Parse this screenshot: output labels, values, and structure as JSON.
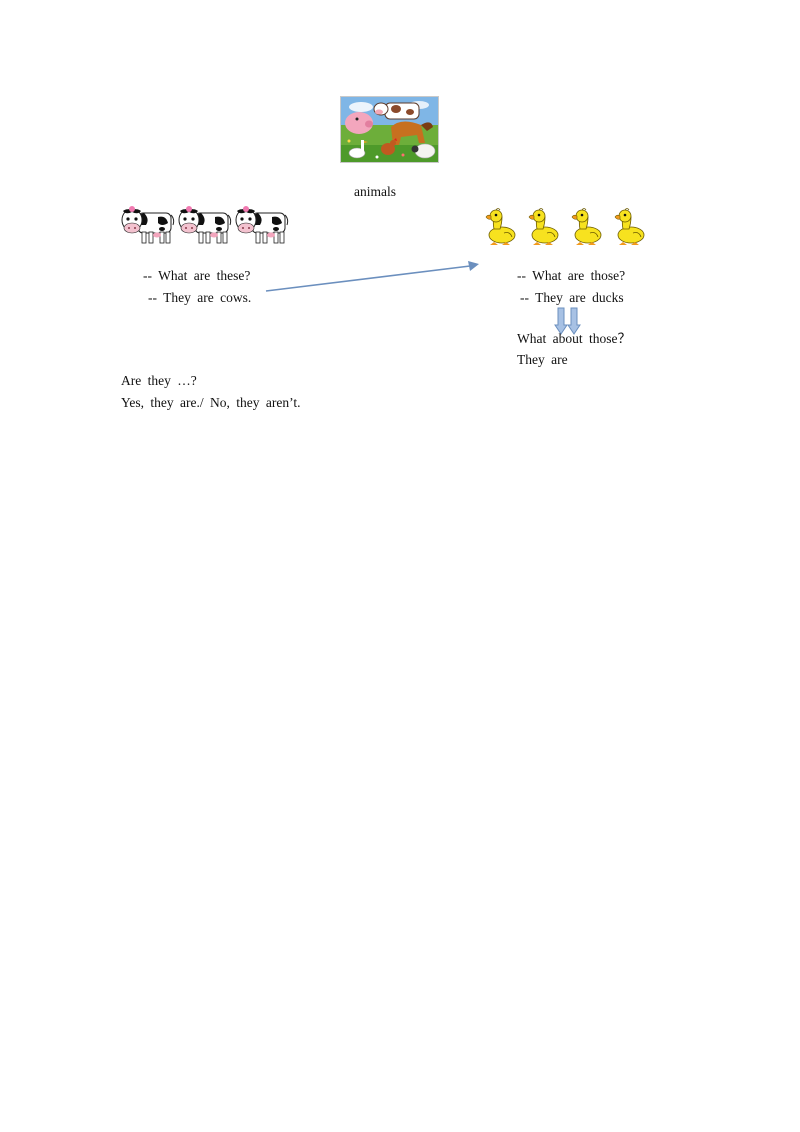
{
  "header": {
    "image": "farm-animals-illustration",
    "caption": "animals"
  },
  "left_example": {
    "images": [
      "cow-icon",
      "cow-icon",
      "cow-icon"
    ],
    "question": "-- What are these?",
    "answer": "-- They are cows."
  },
  "right_example": {
    "images": [
      "duck-icon",
      "duck-icon",
      "duck-icon",
      "duck-icon"
    ],
    "question": "-- What are those?",
    "answer": "-- They are ducks",
    "prompt_question": "What about those？",
    "prompt_answer": "They are"
  },
  "practice": {
    "question": "Are they …?",
    "answers": "Yes, they are./ No, they aren’t."
  },
  "colors": {
    "arrow": "#6b8fbe",
    "arrow_fill": "#a7c1e4"
  }
}
